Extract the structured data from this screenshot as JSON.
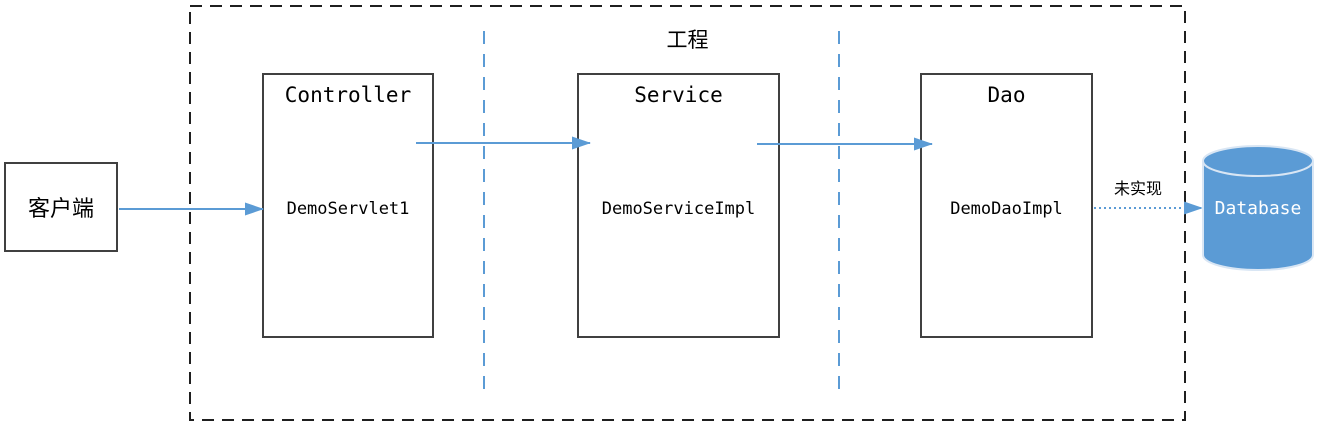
{
  "diagram": {
    "client_box": {
      "label": "客户端"
    },
    "project_container": {
      "title": "工程"
    },
    "layers": [
      {
        "name": "controller",
        "title": "Controller",
        "label": "DemoServlet1"
      },
      {
        "name": "service",
        "title": "Service",
        "label": "DemoServiceImpl"
      },
      {
        "name": "dao",
        "title": "Dao",
        "label": "DemoDaoImpl"
      }
    ],
    "database": {
      "label": "Database"
    },
    "connections": [
      {
        "from": "客户端",
        "to": "DemoServlet1",
        "style": "solid",
        "label": ""
      },
      {
        "from": "DemoServlet1",
        "to": "DemoServiceImpl",
        "style": "solid",
        "label": ""
      },
      {
        "from": "DemoServiceImpl",
        "to": "DemoDaoImpl",
        "style": "solid",
        "label": ""
      },
      {
        "from": "DemoDaoImpl",
        "to": "Database",
        "style": "dotted",
        "label": "未实现"
      }
    ],
    "colors": {
      "arrow_blue": "#5b9bd5",
      "separator_blue": "#5b9bd5",
      "box_border": "#404040",
      "container_border": "#1f1f1f",
      "database_fill": "#5b9bd5",
      "database_stroke": "#d9e6f4",
      "database_text": "#ffffff",
      "background": "#ffffff"
    }
  }
}
